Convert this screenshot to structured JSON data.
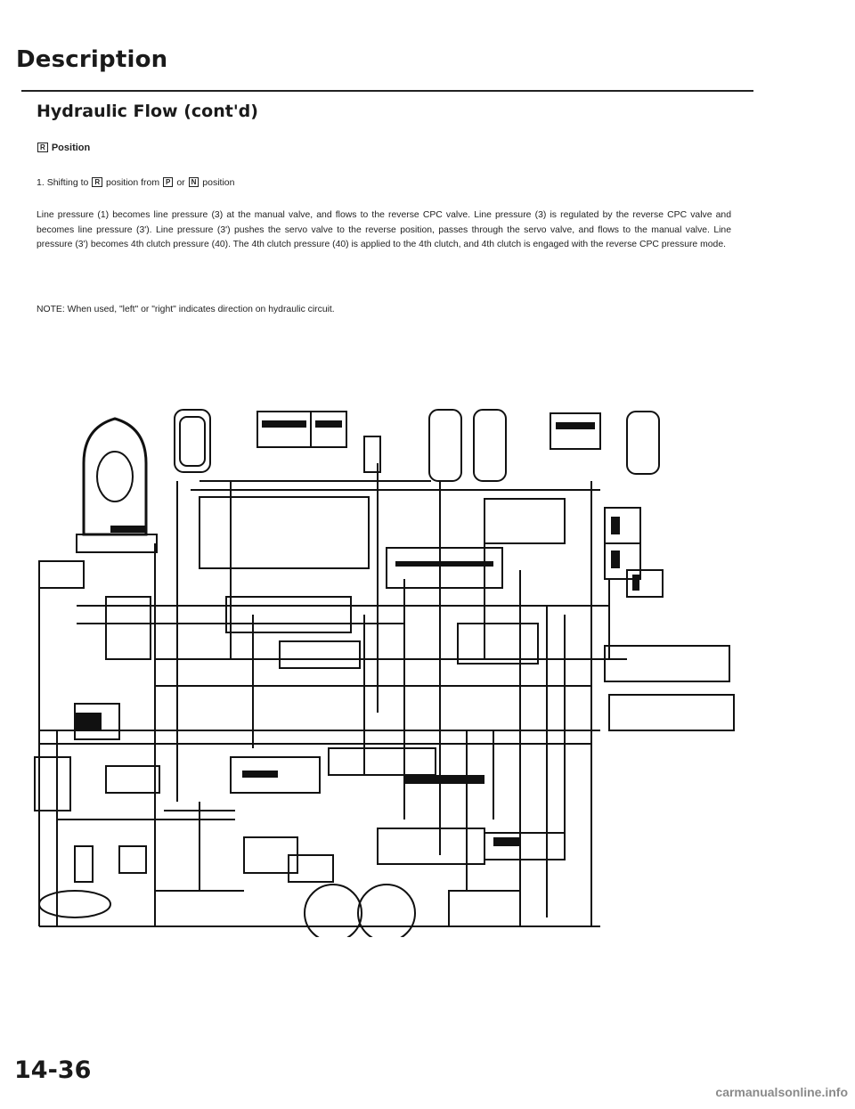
{
  "header": {
    "title": "Description",
    "section": "Hydraulic Flow (cont'd)"
  },
  "position_heading": {
    "symbol": "R",
    "label": "Position"
  },
  "step": {
    "number": "1.",
    "text_a": "Shifting to",
    "symbol_target": "R",
    "text_b": "position from",
    "symbol_from1": "P",
    "text_c": "or",
    "symbol_from2": "N",
    "text_d": "position"
  },
  "description": "Line pressure (1) becomes line pressure (3) at the manual valve, and flows to the reverse CPC valve. Line pressure (3) is regulated by the reverse CPC valve and becomes line pressure (3'). Line pressure (3') pushes the servo valve to the reverse position, passes through the servo valve, and flows to the manual valve. Line pressure (3') becomes 4th clutch pressure (40). The 4th clutch pressure (40) is applied to the 4th clutch, and 4th clutch is engaged with the reverse CPC pressure mode.",
  "note": "NOTE: When used, \"left\" or \"right\" indicates direction on hydraulic circuit.",
  "footer": {
    "page_number": "14-36",
    "watermark": "carmanualsonline.info"
  }
}
